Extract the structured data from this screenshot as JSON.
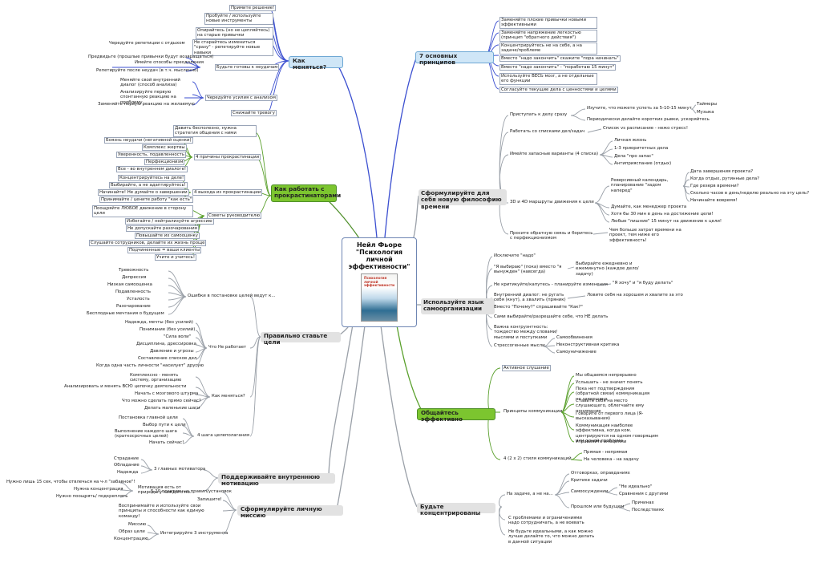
{
  "center": {
    "title": "Нейл Фьоре \"Психология личной эффективности\""
  },
  "branches": {
    "how_to_change": "Как меняться?",
    "procrastinators": "Как работать с прокрастинаторами",
    "goals": "Правильно ставьте цели",
    "motivation": "Поддерживайте внутреннюю мотивацию",
    "mission": "Сформулируйте личную миссию",
    "seven": "7 основных принципов",
    "philosophy": "Сформулируйте для себя новую философию времени",
    "self_org": "Используйте язык самоорганизации",
    "communicate": "Общайтесь эффективно",
    "concentrate": "Будьте концентрированы"
  },
  "how_to_change": {
    "decide": "Примите решение!",
    "try_habits": "Пробуйте / используйте новые инструменты",
    "rely_old": "Опирайтесь (но не цепляйтесь) на старые привычки",
    "no_rush": "Не старайтесь измениться \"сразу\" - репетируйте новые навыки",
    "rehearse": "Чередуйте репетиции с отдыхом",
    "ready_fail": "Будьте готовы к неудачам",
    "predict": "Предвидьте (прошлые привычки будут возвращаться)",
    "ways": "Имейте способы преодоления",
    "rehearse_after": "Репетируйте после неудач (в т.ч. мысленно)",
    "analysis": "Чередуйте усилия с анализом",
    "dialog": "Меняйте свой внутренний диалог (способ анализа)",
    "analyze_first": "Анализируйте первую спонтанную реакцию на проблему",
    "replace_first": "Заменяйте первую реакцию на желаемую",
    "reduce": "Снижайте тревогу"
  },
  "procrastinators": {
    "pressure": "Давить бесполезно, нужна стратегия общения с ними",
    "reasons": "4 причины прокрастинации",
    "fear_fail": "Боязнь неудачи (негативной оценки)",
    "victim": "Комплекс жертвы",
    "uncertain": "Уверенность, подавленность",
    "perfect": "Перфекционизм",
    "inner": "Все - во внутреннем диалоге!",
    "exits": "4 выхода из прокрастинации",
    "focus": "Концентрируйтесь на деле!",
    "choose": "Выбирайте, а не адаптируйтесь!",
    "start": "Начинайте! Не думайте о завершении",
    "accept": "Принимайте / цените работу \"как есть\"",
    "tips": "Советы руководителю",
    "encourage": "Поощряйте ЛЮБОЕ движение в сторону цели",
    "avoid": "Избегайте / нейтрализуйте агрессию",
    "no_disappoint": "Не допускайте разочарования",
    "raise": "Повышайте их самооценку",
    "match": "Слушайте сотрудников, делайте их жизнь проще",
    "subordinates": "Подчиненные = ваши клиенты",
    "teach": "Учите и учитесь!"
  },
  "goals": {
    "errors": "Ошибки в постановке целей ведут к...",
    "e1": "Тревожность",
    "e2": "Депрессия",
    "e3": "Низкая самооценка",
    "e4": "Подавленность",
    "e5": "Усталость",
    "e6": "Разочарование",
    "e7": "Бесплодные мечтания о будущем",
    "notwork": "Что Не работает",
    "n1": "Надежда, мечты (без усилий)",
    "n2": "Понимание (без усилий)",
    "n3": "\"Сила воли\"",
    "n4": "Дисциплина, дрессировка",
    "n5": "Давление и угрозы",
    "n6": "Составление списков дел",
    "n7": "Когда одна часть личности \"насилует\" другую",
    "how": "Как меняться?",
    "h1": "Комплексно - менять систему, организацию",
    "h2": "Анализировать и менять ВСЮ цепочку деятельности",
    "h3": "Начать с мозгового штурма",
    "h4": "Что можно сделать прямо сейчас?",
    "h5": "Делать маленькие шаги",
    "steps": "4 шага целеполагания",
    "s1": "Постановка главной цели",
    "s2": "Выбор пути к цели",
    "s3": "Выполнение каждого шага (краткосрочных целей)",
    "s4": "Начать сейчас!"
  },
  "motivation": {
    "three": "3 главных мотиватора",
    "m1": "Страдание",
    "m2": "Обладание",
    "m3": "Надежда",
    "natural": "Мотивация есть от природы у каждого но...",
    "q1": "Нужно лишь 15 сек, чтобы отвлечься на ч-л \"забавное\"!",
    "q2": "Нужна концентрация",
    "q3": "Нужно поощрять/ подкреплять"
  },
  "mission": {
    "rules": "5-10 позитивных правил/установок",
    "write": "Запишите!",
    "perceive": "Воспринимайте и используйте свои принципы и способности как единую команду!",
    "tools": "Интегрируйте 3 инструмента",
    "t1": "Миссию",
    "t2": "Образ цели",
    "t3": "Концентрацию"
  },
  "seven": {
    "p1": "Заменяйте плохие привычки новыми эффективными",
    "p2": "Заменяйте напряжение легкостью (принцип \"обратного действия\")",
    "p3": "Концентрируйтесь не на себе, а на задаче/проблеме",
    "p4": "Вместо \"надо закончить\" скажите \"пора начинать\"",
    "p5": "Вместо \"надо закончить\" - \"поработаю 15 минут\"",
    "p6": "Используйте ВЕСЬ мозг, а не отдельные его функции",
    "p7": "Согласуйте текущие дела с ценностями и целями"
  },
  "philosophy": {
    "start": "Приступать к делу сразу",
    "learn": "Изучите, что можете успеть за 5-10-15 минут",
    "timers": "Таймеры",
    "music": "Музыка",
    "breaks": "Периодически делайте коротких рывки, ускоряйтесь",
    "lists": "Работать со списками дел/задач",
    "vs": "Список vs расписание - нежо стресс!",
    "backup": "Имейте запасные варианты (4 списка)",
    "b1": "Личная жизнь",
    "b2": "1-3 приоритетных дела",
    "b3": "Дела \"про запас\"",
    "b4": "Антиприяспание (отдых)",
    "routes": "3D и 4D маршруты движения к цели",
    "reverse": "Реверсивный календарь, планирование \"задом наперед\"",
    "r1": "Дата завершения проекта?",
    "r2": "Когда отдых, рутинные дела?",
    "r3": "Где резерв времени?",
    "r4": "Сколько часов в день/неделю реально на эту цель?",
    "r5": "Начинайте вовремя!",
    "manager": "Думайте, как менеджер проекта",
    "half": "Хотя бы 30 мин в день на достижение цели!",
    "fifteen": "Любые \"лишние\" 15 минут на движение к цели!",
    "feedback": "Просите обратную связь и боритесь с перфекционизмом",
    "more": "Чем больше затрат времени на проект, тем ниже его эффективность!"
  },
  "self_org": {
    "exclude": "Исключите \"надо\"",
    "choose": "\"Я выбираю\" (пока) вместо \"я вынужден\" (навсегда)",
    "choose_detail": "Выбирайте ежедневно и ежеминутно (каждое дело/задачу)",
    "no_crit": "Не критикуйте/капутесь - планируйте изменения",
    "want": "\"Я хочу\" и \"я буду делать\"",
    "inner": "Внутренний диалог: не ругать себя (кнут), а хвалить (пряник)",
    "catch": "Ловите себя на хорошем и хвалите за это",
    "why": "Вместо \"Почему?\" спрашивайте \"Как?\"",
    "self": "Сами выбирайте/разрешайте себе, что НЕ делать",
    "congruent": "Важна конгруэнтность: тождество между словами/мыслями и поступками",
    "stress": "Стрессогенные мысли",
    "s1": "Самообвинения",
    "s2": "Неконструктивная критика",
    "s3": "Самоуничижение"
  },
  "communicate": {
    "active": "Активное слушание",
    "principles": "Принципы коммуникации",
    "c1": "Мы общаемся непрерывно",
    "c2": "Услышать - не значит понять",
    "c3": "Пока нет подтверждения (обратной связи) коммуникация не завершена",
    "c4": "Ставьте себя на место слушающего, облегчайте ему понимание",
    "c5": "Говорите от первого лица (Я-высказывания)",
    "c6": "Коммуникация наиболее эффективна, когда ком. центрируются на одном говорящим или одной проблеме",
    "c7": "Управляйте эмоциями",
    "styles": "4 (2 x 2) стиля коммуникаций",
    "direct": "Прямая - непрямая",
    "person": "На человека - на задачу"
  },
  "concentrate": {
    "task": "На задаче, а не на...",
    "k1": "Отговорках, оправданиях",
    "k2": "Критике задачи",
    "k3": "Самоосуждении",
    "k3a": "\"Не идеально\"",
    "k3b": "Сравнения с другими",
    "k4": "Прошлом или будущем",
    "k4a": "Причинах",
    "k4b": "Последствиях",
    "problems": "С проблемами и ограничениями надо сотрудничать, а не воевать",
    "ideal": "Не будьте идеальными, а как можно лучше делайте то, что можно делать в данной ситуации"
  },
  "colors": {
    "line_blue": "#3b4fd0",
    "line_green": "#5aa02c",
    "line_gray": "#9aa0a8",
    "branch_blue_bg": "#cfe6f7",
    "branch_green_bg": "#7cc52f",
    "branch_gray_bg": "#e2e2e2"
  }
}
